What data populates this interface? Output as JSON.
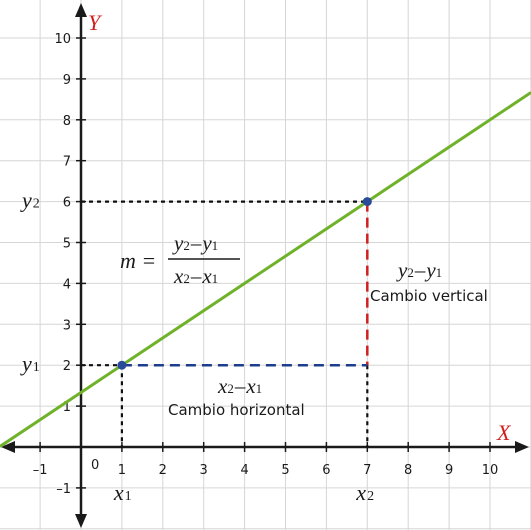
{
  "axes": {
    "x_name": "X",
    "y_name": "Y",
    "origin_label": "0",
    "x_ticks": [
      "–1",
      "1",
      "2",
      "3",
      "4",
      "5",
      "6",
      "7",
      "8",
      "9",
      "10"
    ],
    "y_ticks": [
      "–1",
      "1",
      "2",
      "3",
      "4",
      "5",
      "6",
      "7",
      "8",
      "9",
      "10"
    ],
    "x_range": [
      -2,
      11
    ],
    "y_range": [
      -2,
      11
    ]
  },
  "points": {
    "p1": {
      "x": 1,
      "y": 2,
      "x_label": "x",
      "x_sub": "1",
      "y_label": "y",
      "y_sub": "1"
    },
    "p2": {
      "x": 7,
      "y": 6,
      "x_label": "x",
      "x_sub": "2",
      "y_label": "y",
      "y_sub": "2"
    }
  },
  "formula": {
    "lhs": "m =",
    "numerator": {
      "a": "y",
      "a_sub": "2",
      "op": "–",
      "b": "y",
      "b_sub": "1"
    },
    "denominator": {
      "a": "x",
      "a_sub": "2",
      "op": "–",
      "b": "x",
      "b_sub": "1"
    }
  },
  "vertical_change": {
    "expr": {
      "a": "y",
      "a_sub": "2",
      "op": "–",
      "b": "y",
      "b_sub": "1"
    },
    "label": "Cambio vertical"
  },
  "horizontal_change": {
    "expr": {
      "a": "x",
      "a_sub": "2",
      "op": "–",
      "b": "x",
      "b_sub": "1"
    },
    "label": "Cambio horizontal"
  },
  "colors": {
    "line": "#6fb22a",
    "point": "#2a4a9a",
    "vertical_dash": "#d11f1f",
    "horizontal_dash": "#1f3d8f",
    "guide_dash": "#111111",
    "axis": "#1a1a1a",
    "axis_name": "#d11f1f",
    "grid": "#d6d6d6"
  }
}
